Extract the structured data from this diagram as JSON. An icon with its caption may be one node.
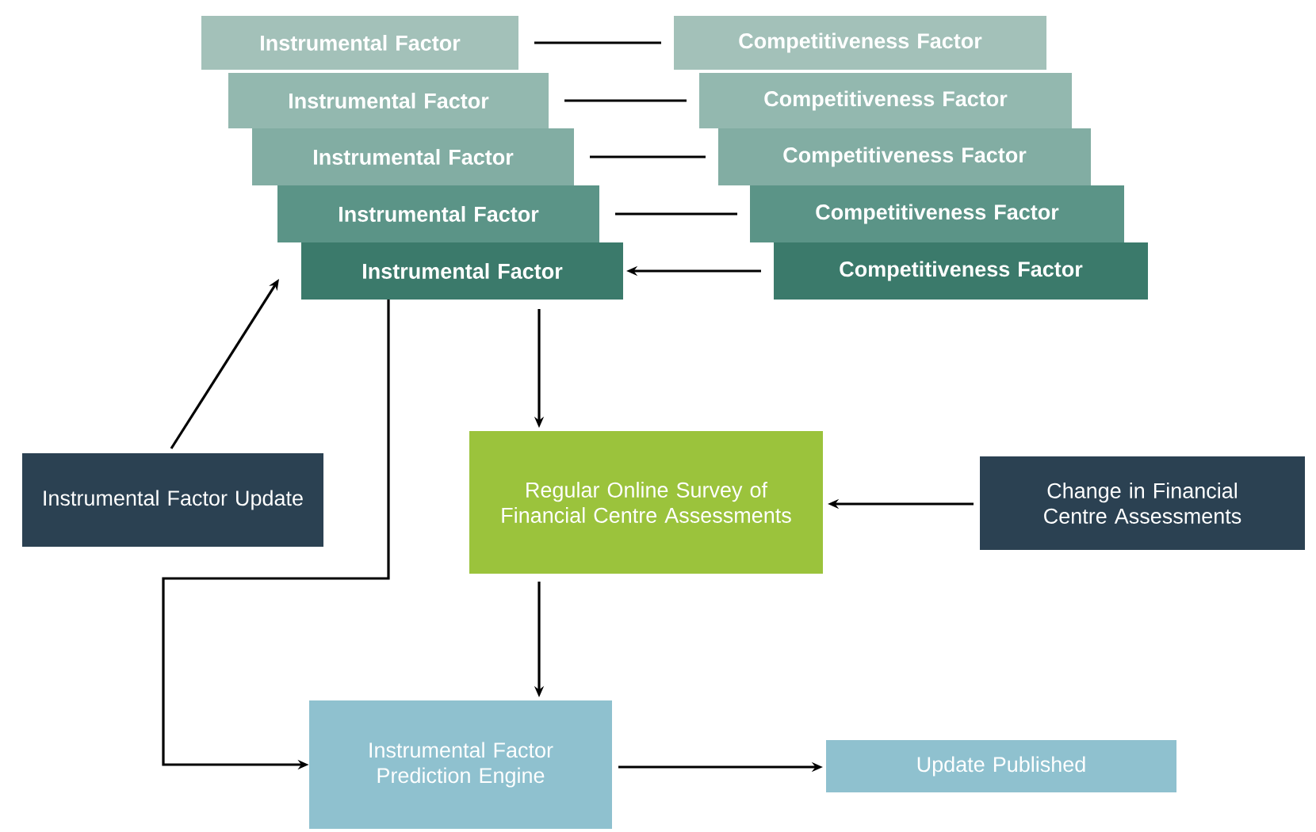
{
  "diagram": {
    "nodes": [
      {
        "text": [
          "Instrumental Factor"
        ]
      },
      {
        "text": [
          "Competitiveness Factor"
        ]
      },
      {
        "text": [
          "Instrumental Factor"
        ]
      },
      {
        "text": [
          "Competitiveness Factor"
        ]
      },
      {
        "text": [
          "Instrumental Factor"
        ]
      },
      {
        "text": [
          "Competitiveness Factor"
        ]
      },
      {
        "text": [
          "Instrumental Factor"
        ]
      },
      {
        "text": [
          "Competitiveness Factor"
        ]
      },
      {
        "text": [
          "Instrumental Factor"
        ]
      },
      {
        "text": [
          "Competitiveness Factor"
        ]
      },
      {
        "text": [
          "Instrumental Factor Update"
        ]
      },
      {
        "text": [
          "Regular Online Survey of Financial Centre Assessments"
        ]
      },
      {
        "text": [
          "Change in Financial Centre Assessments"
        ]
      },
      {
        "text": [
          "Instrumental Factor Prediction Engine"
        ]
      },
      {
        "text": [
          "Update Published"
        ]
      }
    ],
    "edges": [
      {
        "from": 0,
        "to": 1,
        "arrow": "none"
      },
      {
        "from": 2,
        "to": 3,
        "arrow": "none"
      },
      {
        "from": 4,
        "to": 5,
        "arrow": "none"
      },
      {
        "from": 6,
        "to": 7,
        "arrow": "none"
      },
      {
        "from": 9,
        "to": 8,
        "arrow": "to"
      },
      {
        "from": 10,
        "to": 8,
        "arrow": "to"
      },
      {
        "from": 8,
        "to": 11,
        "arrow": "to"
      },
      {
        "from": 8,
        "to": 13,
        "arrow": "to"
      },
      {
        "from": 12,
        "to": 11,
        "arrow": "to"
      },
      {
        "from": 11,
        "to": 13,
        "arrow": "to"
      },
      {
        "from": 13,
        "to": 14,
        "arrow": "to"
      }
    ]
  }
}
